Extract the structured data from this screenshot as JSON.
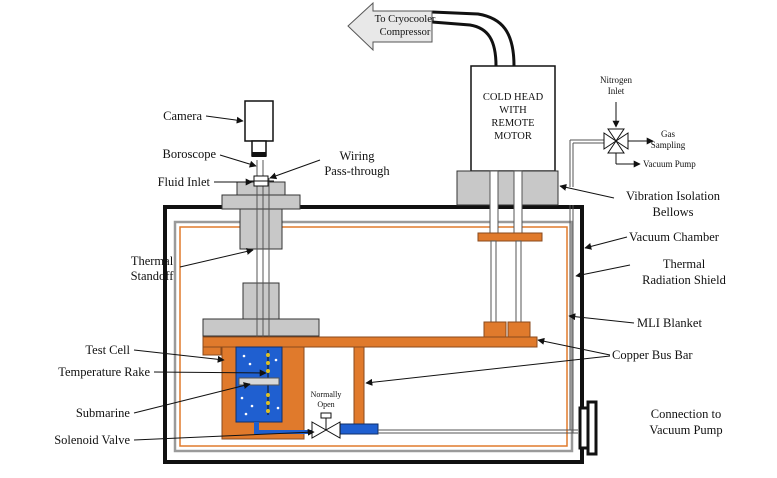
{
  "labels": {
    "to_cryocooler_line1": "To Cryocooler",
    "to_cryocooler_line2": "Compressor",
    "cold_head_line1": "COLD HEAD",
    "cold_head_line2": "WITH",
    "cold_head_line3": "REMOTE",
    "cold_head_line4": "MOTOR",
    "nitrogen_inlet_line1": "Nitrogen",
    "nitrogen_inlet_line2": "Inlet",
    "gas_sampling_line1": "Gas",
    "gas_sampling_line2": "Sampling",
    "vacuum_pump_small": "Vacuum Pump",
    "camera": "Camera",
    "boroscope": "Boroscope",
    "fluid_inlet": "Fluid Inlet",
    "wiring_line1": "Wiring",
    "wiring_line2": "Pass-through",
    "vibration_line1": "Vibration Isolation",
    "vibration_line2": "Bellows",
    "vacuum_chamber": "Vacuum Chamber",
    "thermal_standoff_line1": "Thermal",
    "thermal_standoff_line2": "Standoff",
    "radiation_line1": "Thermal",
    "radiation_line2": "Radiation Shield",
    "mli_blanket": "MLI Blanket",
    "test_cell": "Test Cell",
    "temperature_rake": "Temperature Rake",
    "copper_bus_bar": "Copper Bus Bar",
    "submarine": "Submarine",
    "normally_open_line1": "Normally",
    "normally_open_line2": "Open",
    "solenoid_valve": "Solenoid Valve",
    "connection_line1": "Connection to",
    "connection_line2": "Vacuum Pump"
  },
  "colors": {
    "copper": "#e07a2c",
    "copper_stroke": "#8a4a1c",
    "fluid": "#1f5fd0",
    "flange_gray": "#c8c8c8",
    "chamber_wall": "#111111",
    "shield_gray": "#9a9a9a"
  }
}
